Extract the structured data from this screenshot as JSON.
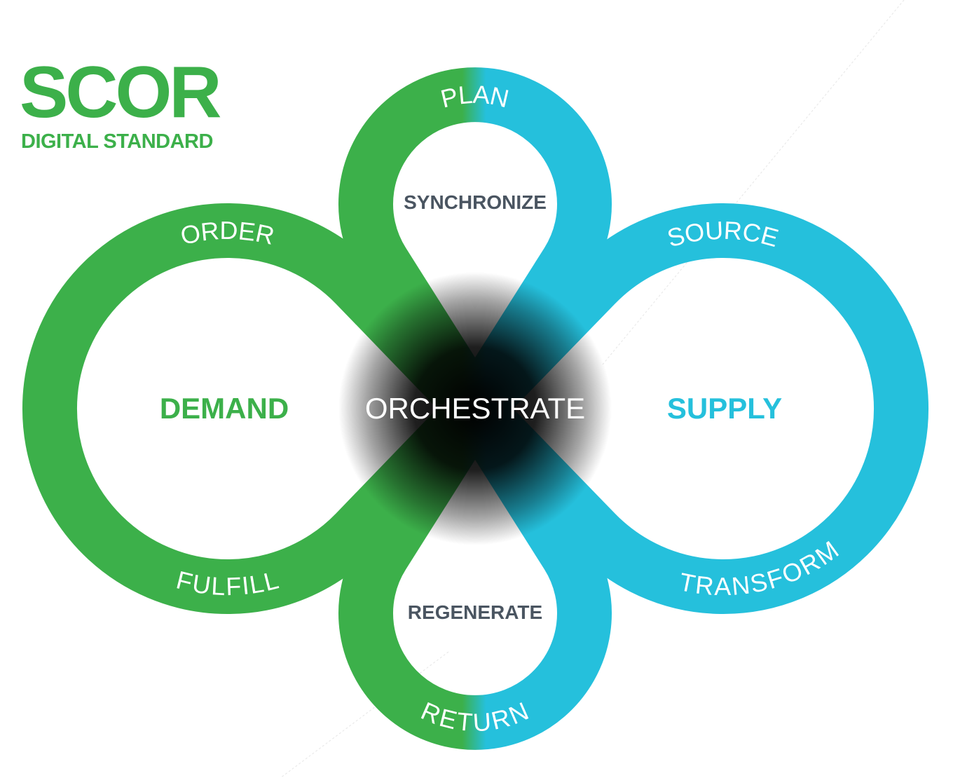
{
  "logo": {
    "title": "SCOR",
    "subtitle": "DIGITAL STANDARD"
  },
  "colors": {
    "demand": "#3cb04a",
    "supply": "#25c0dc",
    "text_gray": "#4a5561",
    "hub": "#000000"
  },
  "hub": {
    "label": "ORCHESTRATE"
  },
  "sides": {
    "demand": "DEMAND",
    "supply": "SUPPLY"
  },
  "loops": {
    "top": "SYNCHRONIZE",
    "bottom": "REGENERATE"
  },
  "processes": {
    "plan": "PLAN",
    "order": "ORDER",
    "source": "SOURCE",
    "fulfill": "FULFILL",
    "transform": "TRANSFORM",
    "return": "RETURN"
  }
}
